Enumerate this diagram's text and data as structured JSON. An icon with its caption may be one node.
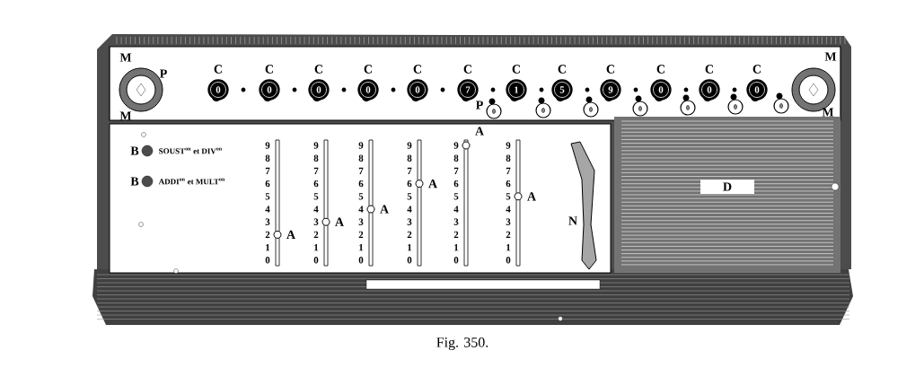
{
  "diagram": {
    "caption": "Fig. 350.",
    "labels": [
      "M",
      "P",
      "C",
      "C",
      "C",
      "C",
      "C",
      "C",
      "C",
      "C",
      "C",
      "C",
      "C",
      "C",
      "0",
      "0",
      "0",
      "0",
      "0",
      "7",
      "1",
      "5",
      "9",
      "0",
      "0",
      "0",
      "M",
      "M",
      "M",
      "P",
      "0",
      "0",
      "0",
      "0",
      "0",
      "0",
      "0",
      "B",
      "SOUST$^{on}$ et DIV$^{on}$",
      "B",
      "ADDI$^{on}$ et MULT$^{on}$",
      "9",
      "8",
      "7",
      "6",
      "5",
      "4",
      "3",
      "2",
      "1",
      "0",
      "A",
      "9",
      "8",
      "7",
      "6",
      "5",
      "4",
      "3",
      "2",
      "1",
      "0",
      "A",
      "9",
      "8",
      "7",
      "6",
      "5",
      "4",
      "3",
      "2",
      "1",
      "0",
      "A",
      "9",
      "8",
      "7",
      "6",
      "5",
      "4",
      "3",
      "2",
      "1",
      "0",
      "A",
      "9",
      "8",
      "7",
      "6",
      "5",
      "4",
      "3",
      "2",
      "1",
      "0",
      "A",
      "9",
      "8",
      "7",
      "6",
      "5",
      "4",
      "3",
      "2",
      "1",
      "0",
      "A",
      "N",
      "D"
    ]
  }
}
